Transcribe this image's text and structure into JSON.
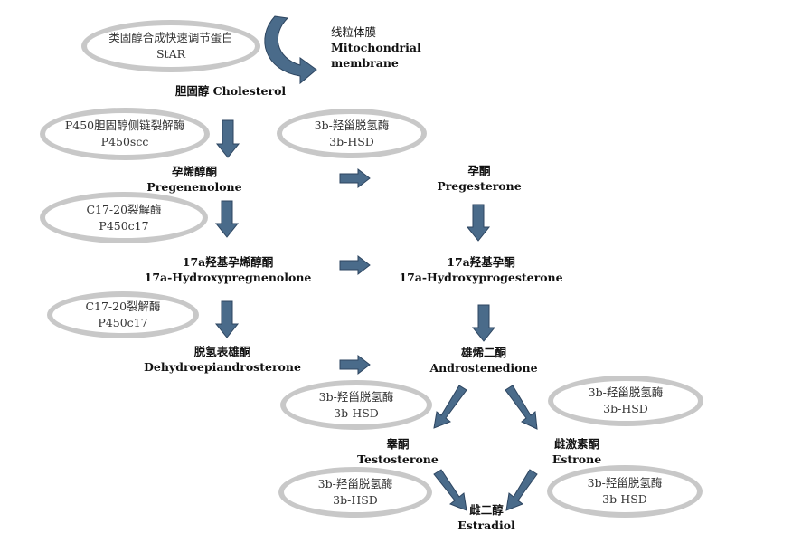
{
  "membrane": {
    "zh": "线粒体膜",
    "en1": "Mitochondrial",
    "en2": "membrane"
  },
  "enzymes": {
    "star": {
      "zh": "类固醇合成快速调节蛋白",
      "en": "StAR"
    },
    "p450scc": {
      "zh": "P450胆固醇侧链裂解酶",
      "en": "P450scc"
    },
    "hsd_top": {
      "zh": "3b-羟甾脱氢酶",
      "en": "3b-HSD"
    },
    "c17_a": {
      "zh": "C17-20裂解酶",
      "en": "P450c17"
    },
    "c17_b": {
      "zh": "C17-20裂解酶",
      "en": "P450c17"
    },
    "hsd_mid_left": {
      "zh": "3b-羟甾脱氢酶",
      "en": "3b-HSD"
    },
    "hsd_mid_right": {
      "zh": "3b-羟甾脱氢酶",
      "en": "3b-HSD"
    },
    "hsd_bottom_left": {
      "zh": "3b-羟甾脱氢酶",
      "en": "3b-HSD"
    },
    "hsd_bottom_right": {
      "zh": "3b-羟甾脱氢酶",
      "en": "3b-HSD"
    }
  },
  "compounds": {
    "cholesterol": {
      "label": "胆固醇 Cholesterol"
    },
    "pregnenolone": {
      "zh": "孕烯醇酮",
      "en": "Pregenenolone"
    },
    "progesterone": {
      "zh": "孕酮",
      "en": "Pregesterone"
    },
    "hydroxypregnenolone": {
      "zh": "17a羟基孕烯醇酮",
      "en": "17a-Hydroxypregnenolone"
    },
    "hydroxyprogesterone": {
      "zh": "17a羟基孕酮",
      "en": "17a-Hydroxyprogesterone"
    },
    "dhea": {
      "zh": "脱氢表雄酮",
      "en": "Dehydroepiandrosterone"
    },
    "androstenedione": {
      "zh": "雄烯二酮",
      "en": "Androstenedione"
    },
    "testosterone": {
      "zh": "睾酮",
      "en": "Testosterone"
    },
    "estrone": {
      "zh": "雌激素酮",
      "en": "Estrone"
    },
    "estradiol": {
      "zh": "雌二醇",
      "en": "Estradiol"
    }
  },
  "colors": {
    "arrow_fill": "#4a6b8a",
    "arrow_stroke": "#2d4560",
    "ellipse_border": "#c8c8c8"
  }
}
